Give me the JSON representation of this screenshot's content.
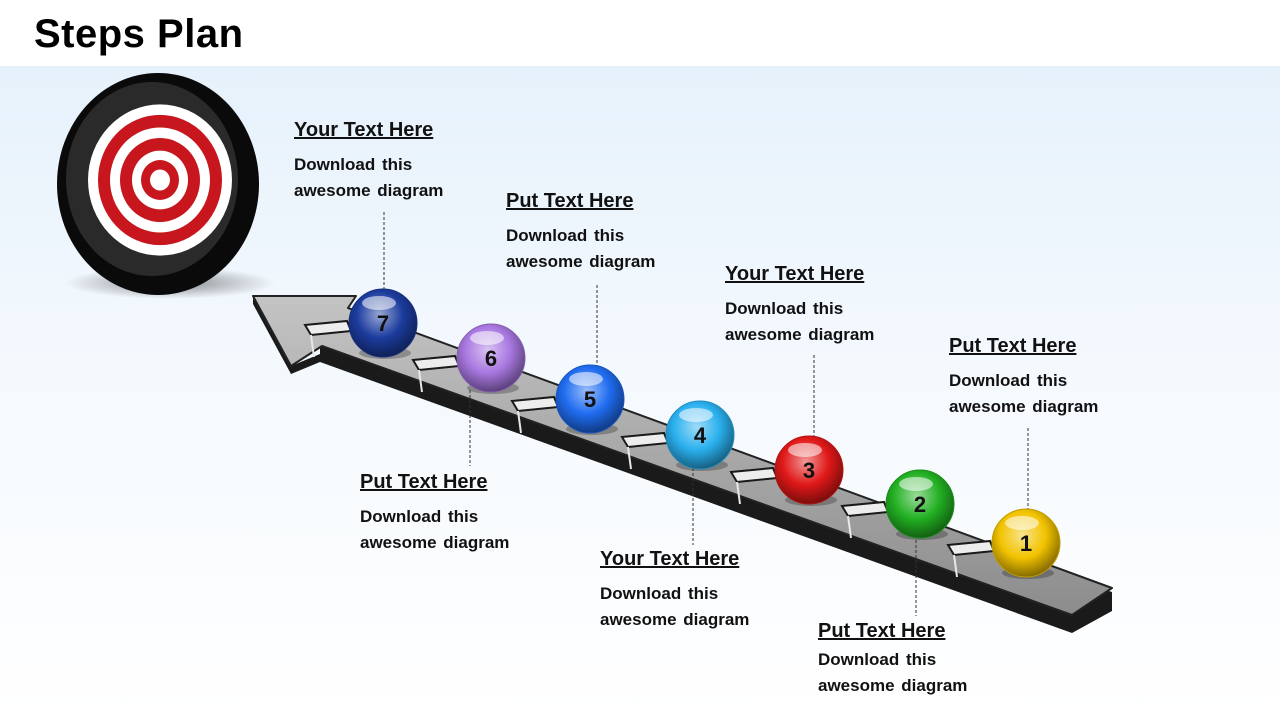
{
  "title": "Steps Plan",
  "colors": {
    "step1": "#f2c300",
    "step2": "#22b022",
    "step3": "#e01818",
    "step4": "#2ab0ee",
    "step5": "#1f6cf0",
    "step6": "#a877e0",
    "step7": "#1c3c9e",
    "target_red": "#c8161e",
    "arrow_fill": "#9f9f9f",
    "arrow_edge": "#222222"
  },
  "steps": [
    {
      "number": "1",
      "heading": "Put Text Here",
      "body": "Download this awesome diagram"
    },
    {
      "number": "2",
      "heading": "Put Text Here",
      "body": "Download this awesome diagram"
    },
    {
      "number": "3",
      "heading": "Your Text Here",
      "body": "Download this awesome diagram"
    },
    {
      "number": "4",
      "heading": "Your Text Here",
      "body": "Download this awesome diagram"
    },
    {
      "number": "5",
      "heading": "Put Text Here",
      "body": "Download this awesome diagram"
    },
    {
      "number": "6",
      "heading": "Put Text Here",
      "body": "Download this awesome diagram"
    },
    {
      "number": "7",
      "heading": "Your Text Here",
      "body": "Download this awesome diagram"
    }
  ],
  "icons": [
    "target-icon",
    "arrow-icon"
  ]
}
